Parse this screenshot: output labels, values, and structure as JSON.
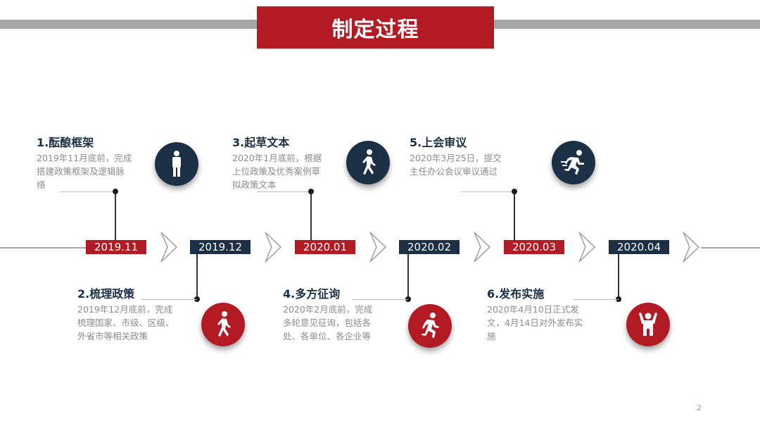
{
  "title": "制定过程",
  "page_number": "2",
  "dates": [
    "2019.11",
    "2019.12",
    "2020.01",
    "2020.02",
    "2020.03",
    "2020.04"
  ],
  "steps": [
    {
      "title": "1.酝酿框架",
      "desc": [
        "2019年11月底前，完成",
        "搭建政策框架及逻辑脉",
        "络"
      ],
      "icon": "standing-person-icon"
    },
    {
      "title": "2.梳理政策",
      "desc": [
        "2019年12月底前，完成",
        "梳理国家、市级、区级、",
        "外省市等相关政策"
      ],
      "icon": "walking-person-icon"
    },
    {
      "title": "3.起草文本",
      "desc": [
        "2020年1月底前，根据",
        "上位政策及优秀案例草",
        "拟政策文本"
      ],
      "icon": "walking-person-icon"
    },
    {
      "title": "4.多方征询",
      "desc": [
        "2020年2月底前，完成",
        "多轮意见征询，包括各",
        "处、各单位、各企业等"
      ],
      "icon": "running-person-icon"
    },
    {
      "title": "5.上会审议",
      "desc": [
        "2020年3月25日，提交",
        "主任办公会议审议通过"
      ],
      "icon": "sprinting-person-icon"
    },
    {
      "title": "6.发布实施",
      "desc": [
        "2020年4月10日正式发",
        "文，4月14日对外发布实",
        "施"
      ],
      "icon": "celebrating-person-icon"
    }
  ],
  "colors": {
    "accent_red": "#b31b24",
    "navy": "#1b2f45",
    "gray": "#a6a6a6"
  }
}
